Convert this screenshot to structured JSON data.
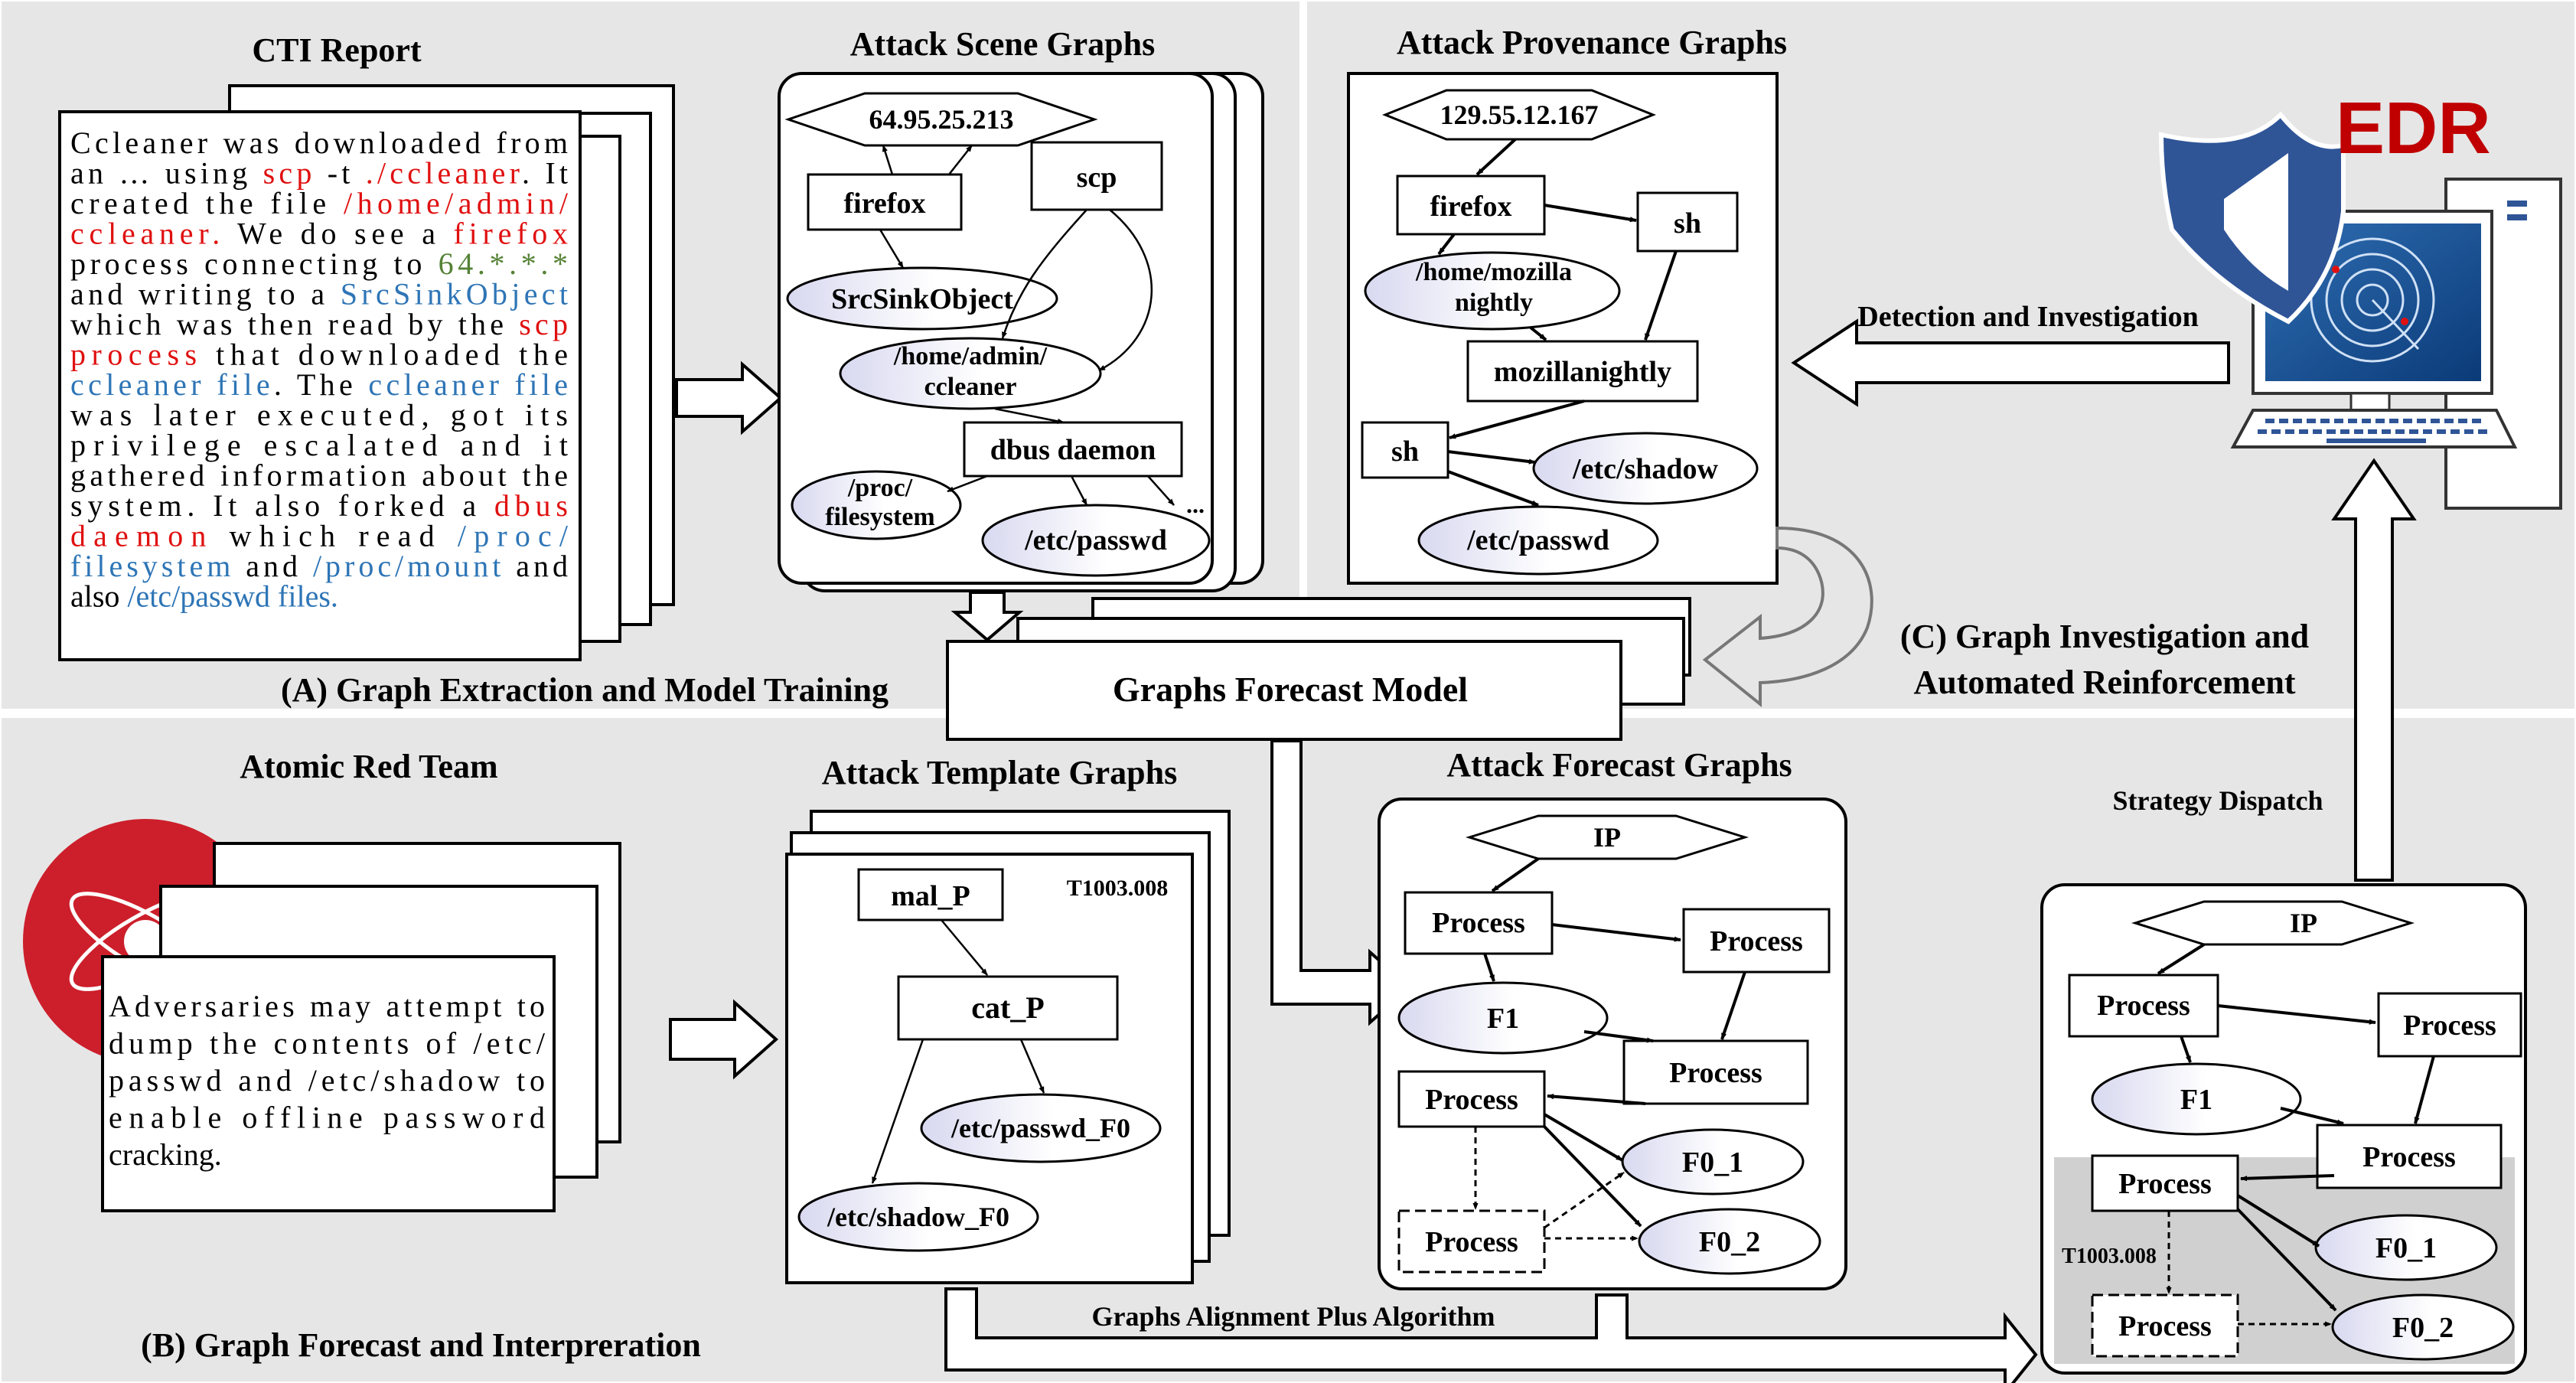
{
  "panels": {
    "a": "(A) Graph Extraction and Model Training",
    "b": "(B) Graph Forecast and Interpreration",
    "c_line1": "(C) Graph Investigation and",
    "c_line2": "Automated Reinforcement"
  },
  "titles": {
    "cti_report": "CTI Report",
    "scene": "Attack Scene Graphs",
    "provenance": "Attack Provenance Graphs",
    "atomic": "Atomic Red Team",
    "template": "Attack Template Graphs",
    "forecast": "Attack Forecast Graphs",
    "model": "Graphs Forecast Model"
  },
  "cti_lines": [
    [
      {
        "t": "Ccleaner was downloaded from",
        "c": ""
      }
    ],
    [
      {
        "t": "an … using ",
        "c": ""
      },
      {
        "t": "scp",
        "c": "red"
      },
      {
        "t": " -t ",
        "c": ""
      },
      {
        "t": "./ccleaner",
        "c": "red"
      },
      {
        "t": ". It",
        "c": ""
      }
    ],
    [
      {
        "t": "created the file ",
        "c": ""
      },
      {
        "t": "/home/admin/",
        "c": "red"
      }
    ],
    [
      {
        "t": "ccleaner.",
        "c": "red"
      },
      {
        "t": " We do see a ",
        "c": ""
      },
      {
        "t": "firefox",
        "c": "red"
      }
    ],
    [
      {
        "t": "process connecting to ",
        "c": ""
      },
      {
        "t": "64.*.*.*",
        "c": "green"
      }
    ],
    [
      {
        "t": "and writing to a ",
        "c": ""
      },
      {
        "t": "SrcSinkObject",
        "c": "blue"
      }
    ],
    [
      {
        "t": "which was then read by the ",
        "c": ""
      },
      {
        "t": "scp",
        "c": "red"
      }
    ],
    [
      {
        "t": "process",
        "c": "red"
      },
      {
        "t": " that downloaded the",
        "c": ""
      }
    ],
    [
      {
        "t": "ccleaner file",
        "c": "blue"
      },
      {
        "t": ". The ",
        "c": ""
      },
      {
        "t": "ccleaner file",
        "c": "blue"
      }
    ],
    [
      {
        "t": "was later executed, got its",
        "c": ""
      }
    ],
    [
      {
        "t": "privilege escalated and it",
        "c": ""
      }
    ],
    [
      {
        "t": "gathered information about the",
        "c": ""
      }
    ],
    [
      {
        "t": "system. It also forked a ",
        "c": ""
      },
      {
        "t": "dbus",
        "c": "red"
      }
    ],
    [
      {
        "t": "daemon",
        "c": "red"
      },
      {
        "t": " which read ",
        "c": ""
      },
      {
        "t": "/proc/",
        "c": "blue"
      }
    ],
    [
      {
        "t": "filesystem",
        "c": "blue"
      },
      {
        "t": " and ",
        "c": ""
      },
      {
        "t": "/proc/mount",
        "c": "blue"
      },
      {
        "t": " and",
        "c": ""
      }
    ],
    [
      {
        "t": "also ",
        "c": ""
      },
      {
        "t": "/etc/passwd files.",
        "c": "blue"
      }
    ]
  ],
  "atomic_lines": [
    "Adversaries may attempt to",
    "dump the contents of /etc/",
    "passwd and /etc/shadow to",
    "enable offline password",
    "cracking."
  ],
  "scene": {
    "ip": "64.95.25.213",
    "firefox": "firefox",
    "scp": "scp",
    "srcsink": "SrcSinkObject",
    "ccleaner_1": "/home/admin/",
    "ccleaner_2": "ccleaner",
    "dbus": "dbus daemon",
    "procfs_1": "/proc/",
    "procfs_2": "filesystem",
    "passwd": "/etc/passwd",
    "more": "..."
  },
  "prov": {
    "ip": "129.55.12.167",
    "firefox": "firefox",
    "sh1": "sh",
    "mozpath_1": "/home/mozilla",
    "mozpath_2": "nightly",
    "mozilla": "mozillanightly",
    "sh2": "sh",
    "shadow": "/etc/shadow",
    "passwd": "/etc/passwd"
  },
  "template": {
    "tag": "T1003.008",
    "mal": "mal_P",
    "cat": "cat_P",
    "passwd": "/etc/passwd_F0",
    "shadow": "/etc/shadow_F0"
  },
  "forecast": {
    "ip": "IP",
    "p1": "Process",
    "p2": "Process",
    "f1": "F1",
    "p3": "Process",
    "p4": "Process",
    "f01": "F0_1",
    "p5": "Process",
    "f02": "F0_2"
  },
  "final": {
    "ip": "IP",
    "p1": "Process",
    "p2": "Process",
    "f1": "F1",
    "p3": "Process",
    "p4": "Process",
    "tag": "T1003.008",
    "f01": "F0_1",
    "p5": "Process",
    "f02": "F0_2"
  },
  "labels": {
    "detection": "Detection and Investigation",
    "strategy": "Strategy Dispatch",
    "alignment": "Graphs Alignment Plus Algorithm",
    "edr": "EDR"
  },
  "colors": {
    "panel_bg": "#e6e6e6",
    "red_text": "#e01010",
    "blue_text": "#2e75b6",
    "green_text": "#548235",
    "edr_red": "#c00000",
    "shield_blue": "#2f5597"
  }
}
